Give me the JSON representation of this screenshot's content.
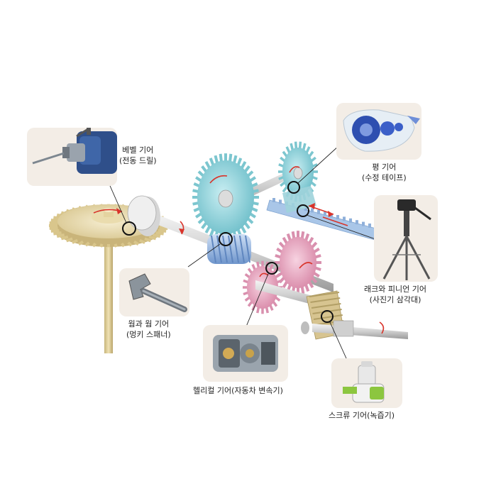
{
  "labels": {
    "bevel": {
      "name": "베벨 기어",
      "example": "(전동 드릴)"
    },
    "spur": {
      "name": "평 기어",
      "example": "(수정 테이프)"
    },
    "rack": {
      "name": "래크와 피니언 기어",
      "example": "(사진기 삼각대)"
    },
    "worm": {
      "name": "웜과 웜 기어",
      "example": "(멍키 스패너)"
    },
    "helical": {
      "name": "헬리컬 기어(자동차 변속기)"
    },
    "screw": {
      "name": "스크류 기어(녹즙기)"
    }
  },
  "colors": {
    "bevel_gear": "#e8d9a8",
    "spur_gear": "#8fd0d8",
    "worm_gear": "#8fb4e0",
    "helical_gear": "#e8a3bf",
    "screw_gear": "#d8c79a",
    "shaft": "#d9d9d9",
    "photo_bg": "#f3ede6",
    "rotation_arrow": "#d9342b"
  },
  "icons": [
    "power-drill-photo",
    "correction-tape-photo",
    "camera-tripod-photo",
    "monkey-wrench-photo",
    "car-transmission-photo",
    "juicer-photo"
  ]
}
